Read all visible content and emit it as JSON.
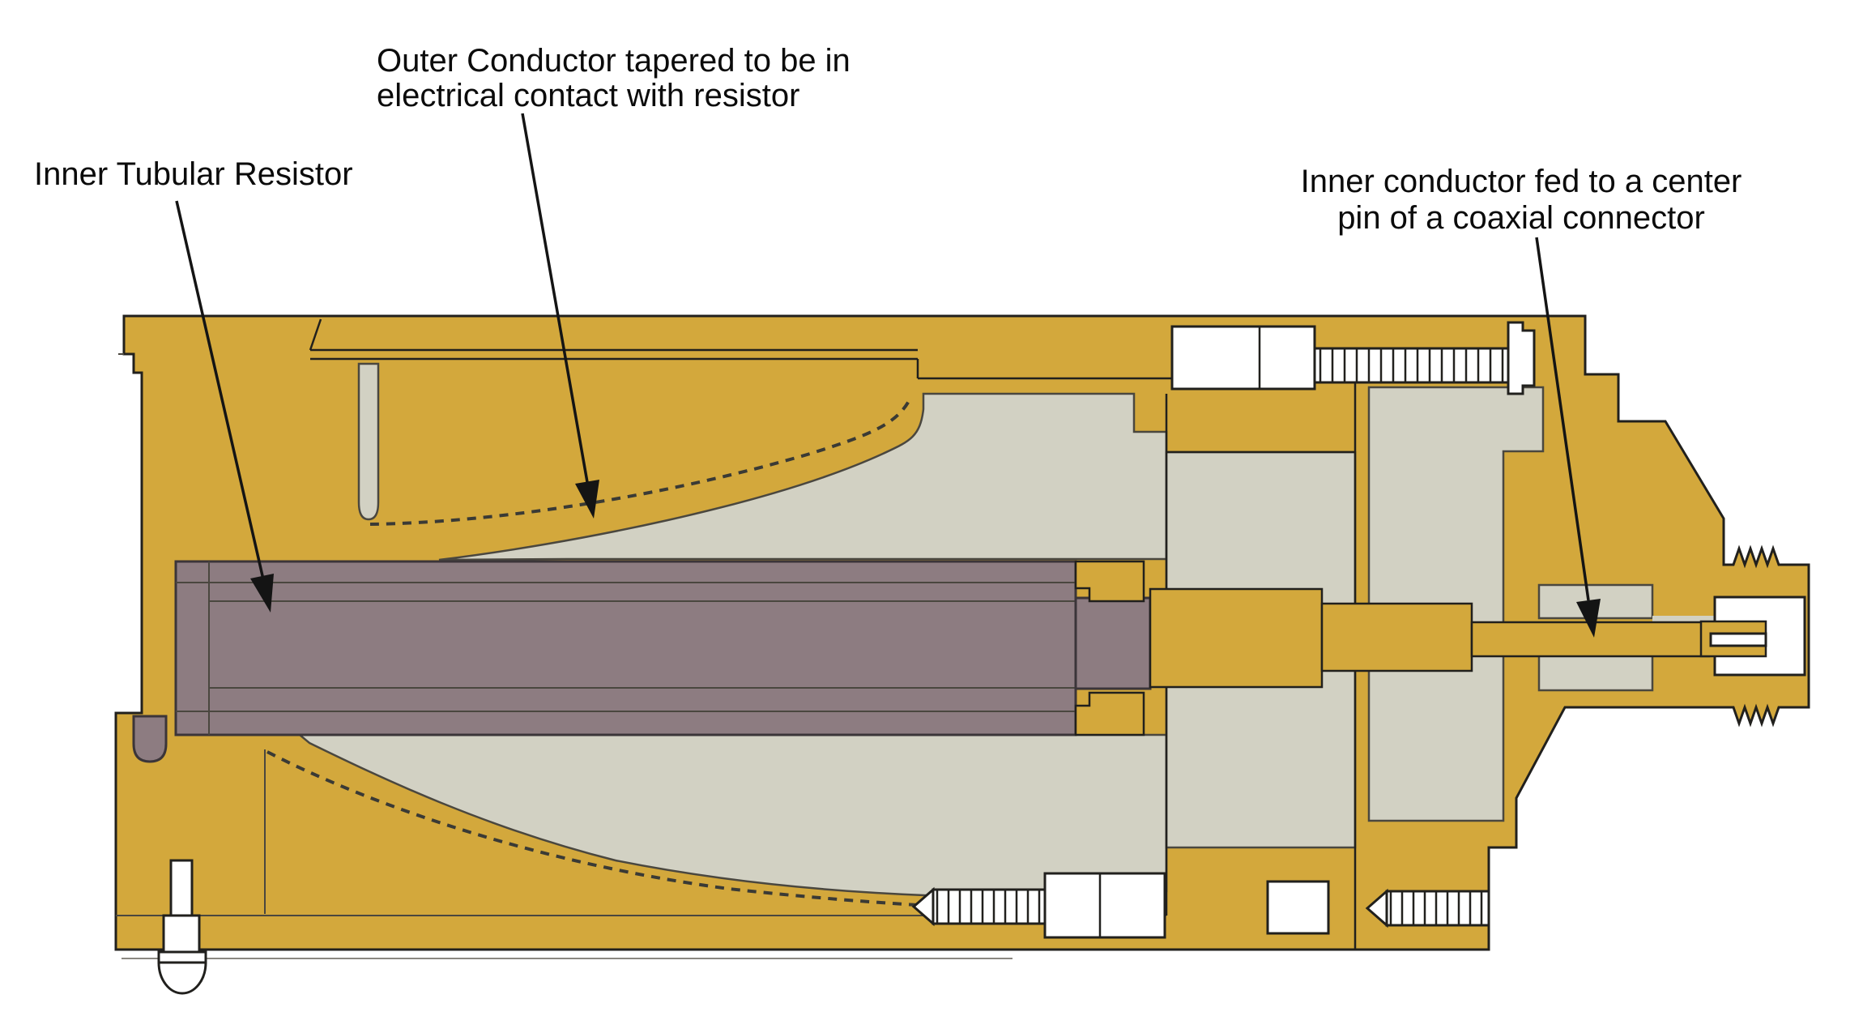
{
  "diagram": {
    "kind": "cross-section of a coaxial RF termination load",
    "labels": {
      "resistor": {
        "text": "Inner Tubular Resistor"
      },
      "outer_conductor": {
        "line1": "Outer Conductor tapered to be in",
        "line2": "electrical contact with resistor"
      },
      "inner_conductor": {
        "line1": "Inner conductor fed to a center",
        "line2": "pin of a coaxial connector"
      }
    }
  },
  "colors": {
    "body_gold": "#d3a83c",
    "cavity_gray": "#d2d1c3",
    "resistor_mauve": "#8d7c81",
    "outline": "#21201d",
    "thin_line": "#4a473f",
    "dash_line": "#3a3a35",
    "leader": "#141414",
    "text_color": "#0b0b0b",
    "white": "#ffffff"
  }
}
